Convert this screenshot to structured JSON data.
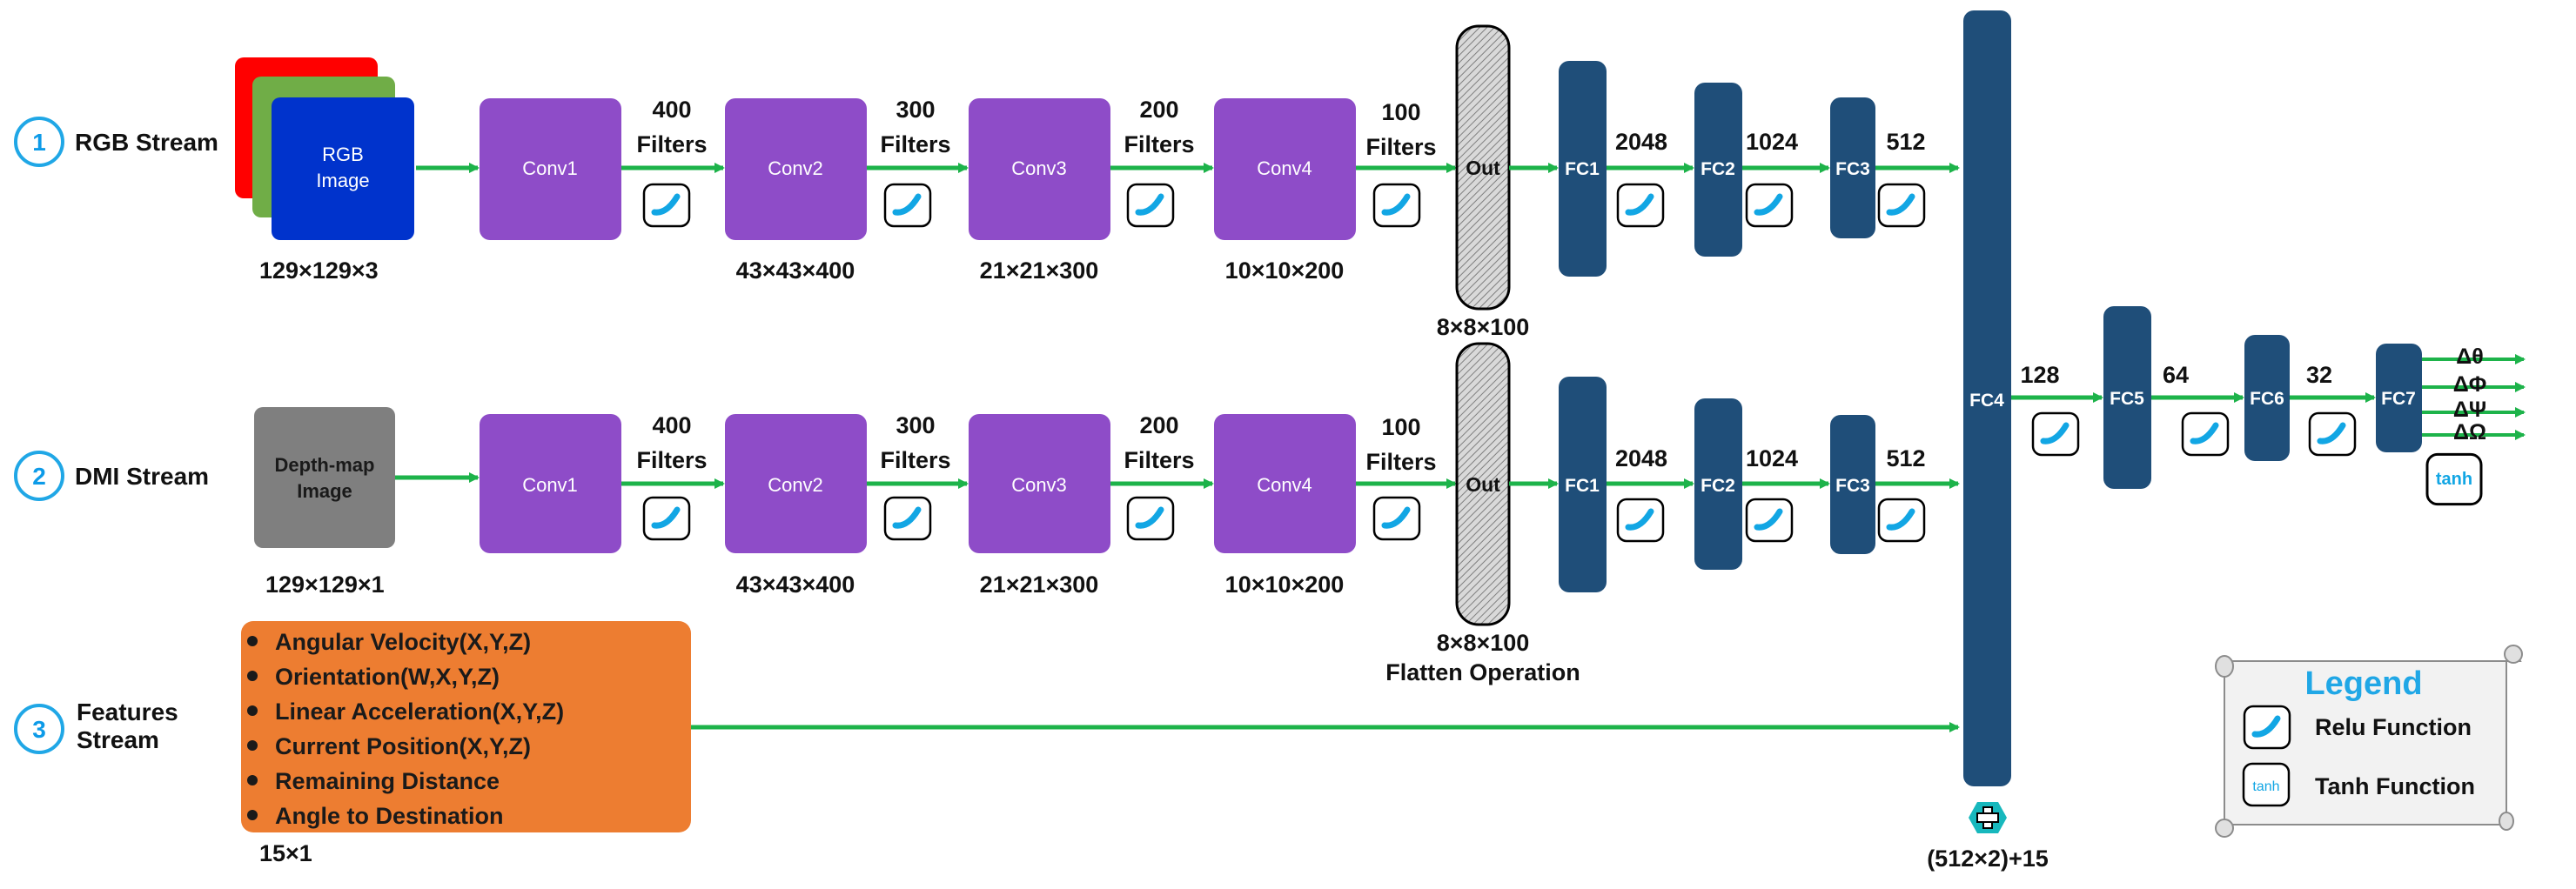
{
  "streams": [
    {
      "number": "1",
      "label": "RGB Stream"
    },
    {
      "number": "2",
      "label": "DMI Stream"
    },
    {
      "number": "3",
      "label_line1": "Features",
      "label_line2": "Stream"
    }
  ],
  "rgb": {
    "input_line1": "RGB",
    "input_line2": "Image",
    "input_dim": "129×129×3",
    "convs": [
      "Conv1",
      "Conv2",
      "Conv3",
      "Conv4"
    ],
    "filters_counts": [
      "400",
      "300",
      "200",
      "100"
    ],
    "filters_word": "Filters",
    "conv_dims": [
      "43×43×400",
      "21×21×300",
      "10×10×200"
    ],
    "out_label": "Out",
    "out_dim": "8×8×100",
    "fcs": [
      "FC1",
      "FC2",
      "FC3"
    ],
    "fc_sizes": [
      "2048",
      "1024",
      "512"
    ]
  },
  "dmi": {
    "input_line1": "Depth-map",
    "input_line2": "Image",
    "input_dim": "129×129×1",
    "convs": [
      "Conv1",
      "Conv2",
      "Conv3",
      "Conv4"
    ],
    "filters_counts": [
      "400",
      "300",
      "200",
      "100"
    ],
    "filters_word": "Filters",
    "conv_dims": [
      "43×43×400",
      "21×21×300",
      "10×10×200"
    ],
    "out_label": "Out",
    "out_dim": "8×8×100",
    "flatten_label": "Flatten Operation",
    "fcs": [
      "FC1",
      "FC2",
      "FC3"
    ],
    "fc_sizes": [
      "2048",
      "1024",
      "512"
    ]
  },
  "features": {
    "items": [
      "Angular Velocity(X,Y,Z)",
      "Orientation(W,X,Y,Z)",
      "Linear Acceleration(X,Y,Z)",
      "Current Position(X,Y,Z)",
      "Remaining Distance",
      "Angle to Destination"
    ],
    "dim": "15×1"
  },
  "merge": {
    "fc4": "FC4",
    "concat_dim": "(512×2)+15"
  },
  "head": {
    "fcs": [
      "FC5",
      "FC6",
      "FC7"
    ],
    "sizes": [
      "128",
      "64",
      "32"
    ],
    "outputs": [
      "Δθ",
      "ΔΦ",
      "ΔΨ",
      "ΔΩ"
    ],
    "tanh_label": "tanh"
  },
  "legend": {
    "title": "Legend",
    "relu": "Relu Function",
    "tanh": "Tanh Function",
    "tanh_icon_label": "tanh"
  },
  "colors": {
    "conv": "#8e4cc8",
    "fc": "#1f4e79",
    "arrow": "#1db34a",
    "features_box": "#ed7d31",
    "rgb_red": "#ff0000",
    "rgb_green": "#70ad47",
    "rgb_blue": "#0033cc",
    "depth_box": "#7f7f7f",
    "circle_stroke": "#20a7e6",
    "concat_hex": "#17b8bd",
    "legend_bg": "#f2f2f2"
  },
  "icons": {
    "relu": "relu-curve-icon",
    "tanh": "tanh-text-icon",
    "concat": "plus-hexagon-icon",
    "legend_frame": "scroll-icon"
  }
}
